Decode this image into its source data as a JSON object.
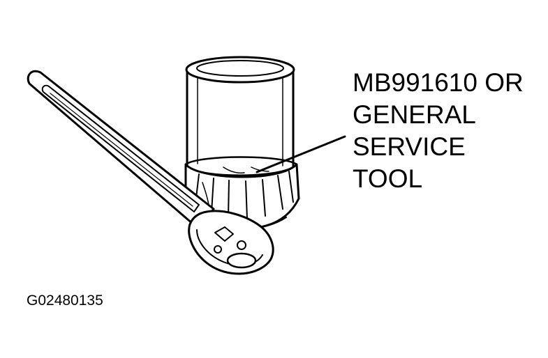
{
  "callout": {
    "lines": [
      "MB991610 OR",
      "GENERAL",
      "SERVICE",
      "TOOL"
    ]
  },
  "figure_code": "G02480135",
  "colors": {
    "ink": "#000000",
    "paper": "#ffffff"
  },
  "illustration": {
    "subject_icon": "oil-filter-with-cap-wrench-icon"
  }
}
